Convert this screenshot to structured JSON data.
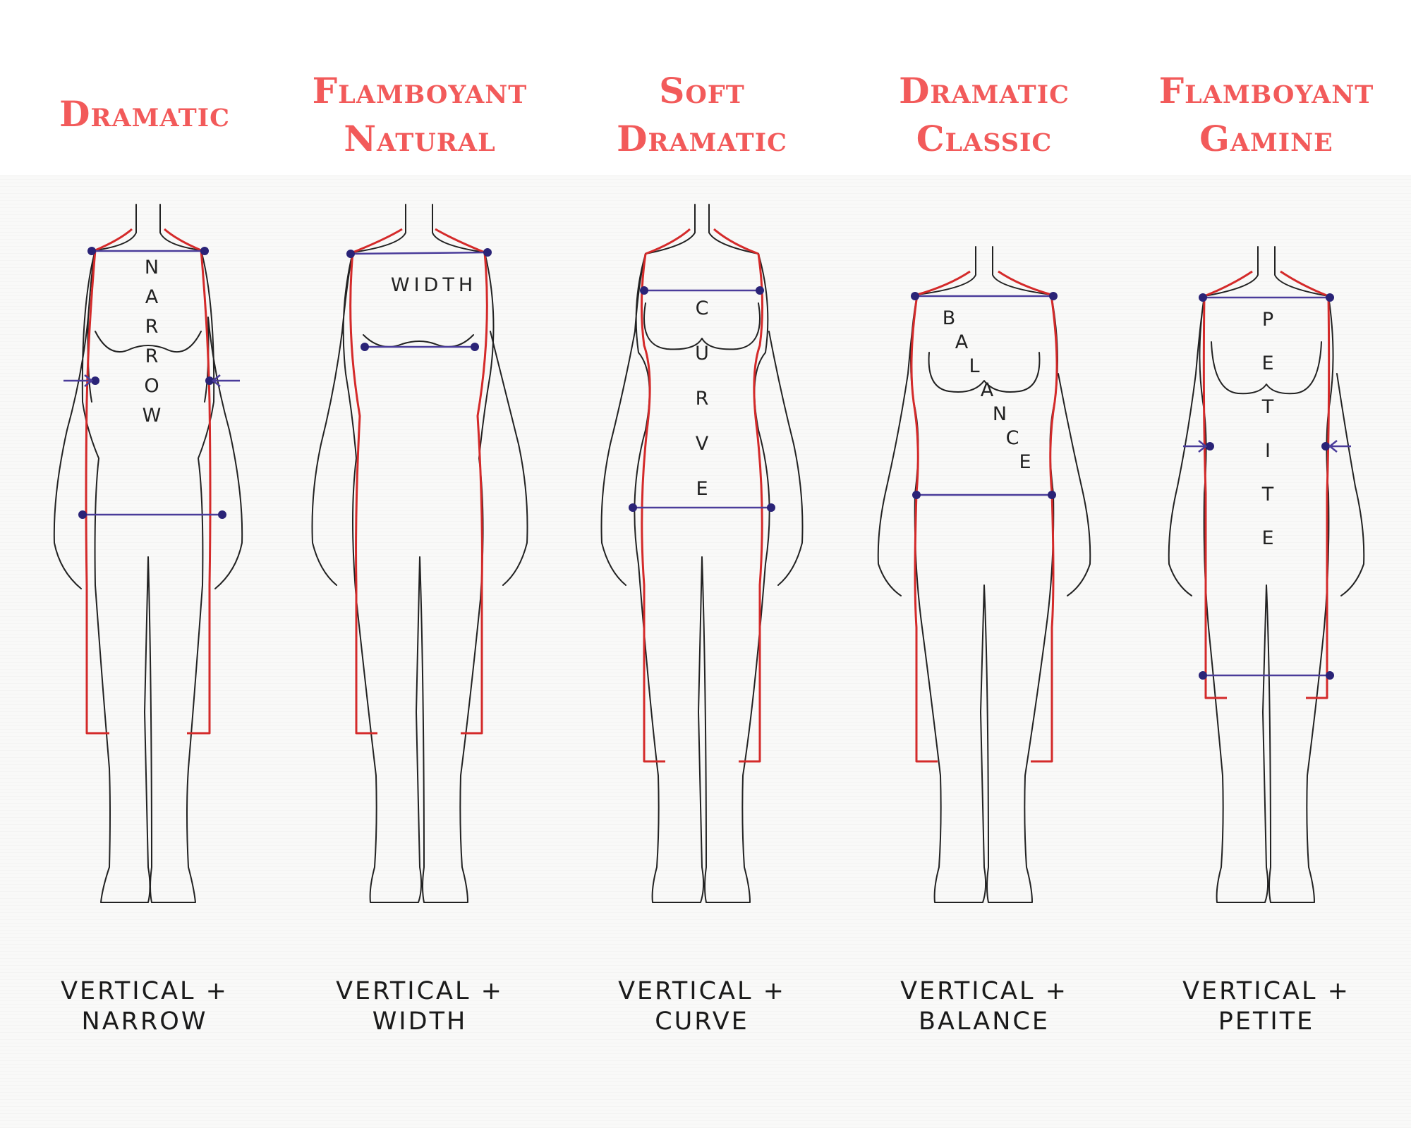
{
  "colors": {
    "title": "#f25a5a",
    "caption": "#1a1a1a",
    "outline_red": "#d42a2a",
    "marker_blue": "#2a2377"
  },
  "types": [
    {
      "title_lines": [
        "Dramatic"
      ],
      "inner_label": "NARROW",
      "caption_lines": [
        "VERTICAL +",
        "NARROW"
      ]
    },
    {
      "title_lines": [
        "Flamboyant",
        "Natural"
      ],
      "inner_label": "WIDTH",
      "caption_lines": [
        "VERTICAL +",
        "WIDTH"
      ]
    },
    {
      "title_lines": [
        "Soft",
        "Dramatic"
      ],
      "inner_label": "CURVE",
      "caption_lines": [
        "VERTICAL +",
        "CURVE"
      ]
    },
    {
      "title_lines": [
        "Dramatic",
        "Classic"
      ],
      "inner_label": "BALANCE",
      "caption_lines": [
        "VERTICAL +",
        "BALANCE"
      ]
    },
    {
      "title_lines": [
        "Flamboyant",
        "Gamine"
      ],
      "inner_label": "PETITE",
      "caption_lines": [
        "VERTICAL +",
        "PETITE"
      ]
    }
  ]
}
